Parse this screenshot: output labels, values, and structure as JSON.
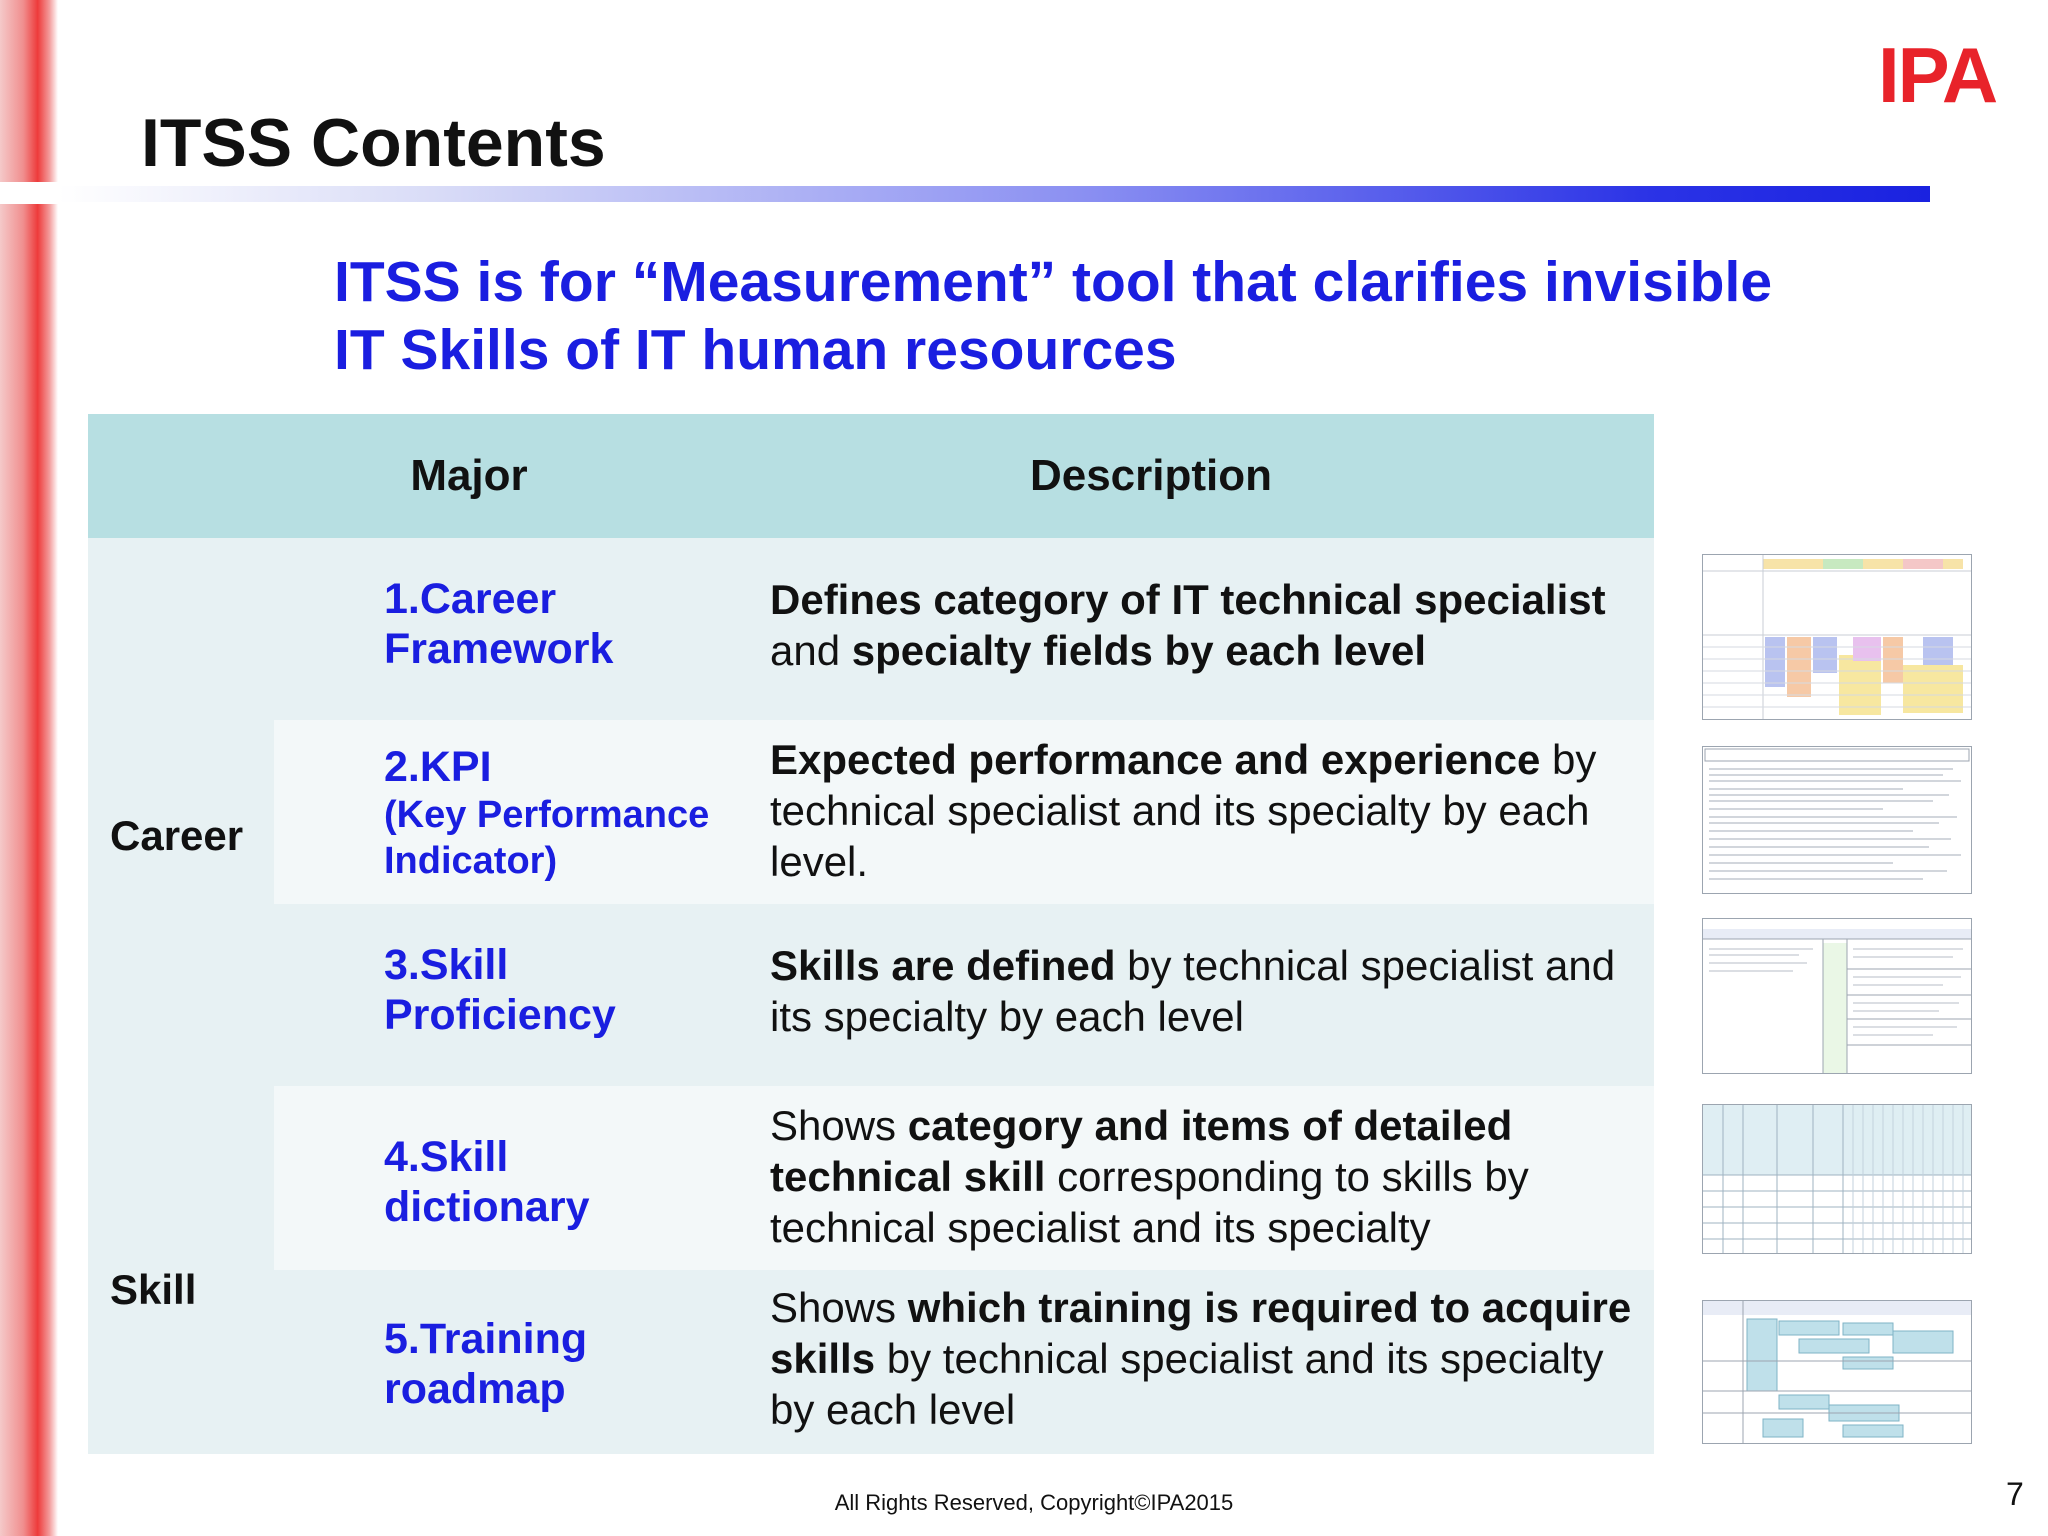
{
  "logo": {
    "text": "IPA",
    "color": "#e8232a"
  },
  "slide": {
    "title": "ITSS Contents",
    "headline_line1": "ITSS is for “Measurement” tool that clarifies invisible",
    "headline_line2": "IT Skills of IT human resources",
    "accent_color": "#1a1ee0"
  },
  "table": {
    "headers": {
      "major": "Major",
      "description": "Description"
    },
    "categories": [
      "Career",
      "Skill"
    ],
    "rows": [
      {
        "major_line1": "1.Career",
        "major_line2": "Framework",
        "desc_parts": [
          {
            "text": "Defines category of IT technical specialist",
            "bold": true
          },
          {
            "text": " and ",
            "bold": false
          },
          {
            "text": "specialty fields by each level",
            "bold": true
          }
        ]
      },
      {
        "major_line1": "2.KPI",
        "major_sub": "(Key Performance Indicator)",
        "desc_parts": [
          {
            "text": "Expected performance and experience",
            "bold": true
          },
          {
            "text": " by technical specialist  and its specialty by each level.",
            "bold": false
          }
        ]
      },
      {
        "major_line1": "3.Skill",
        "major_line2": "Proficiency",
        "desc_parts": [
          {
            "text": "Skills are defined",
            "bold": true
          },
          {
            "text": " by technical specialist and its specialty by each level",
            "bold": false
          }
        ]
      },
      {
        "major_line1": "4.Skill",
        "major_line2": "dictionary",
        "desc_parts": [
          {
            "text": "Shows ",
            "bold": false
          },
          {
            "text": "category and items of detailed technical skill",
            "bold": true
          },
          {
            "text": " corresponding to skills by technical specialist  and its specialty",
            "bold": false
          }
        ]
      },
      {
        "major_line1": "5.Training",
        "major_line2": "roadmap",
        "desc_parts": [
          {
            "text": "Shows ",
            "bold": false
          },
          {
            "text": "which training is required to acquire skills",
            "bold": true
          },
          {
            "text": " by technical specialist and its specialty by each level",
            "bold": false
          }
        ]
      }
    ]
  },
  "footer": {
    "copyright": "All Rights Reserved, Copyright©IPA2015",
    "page_number": "7"
  }
}
